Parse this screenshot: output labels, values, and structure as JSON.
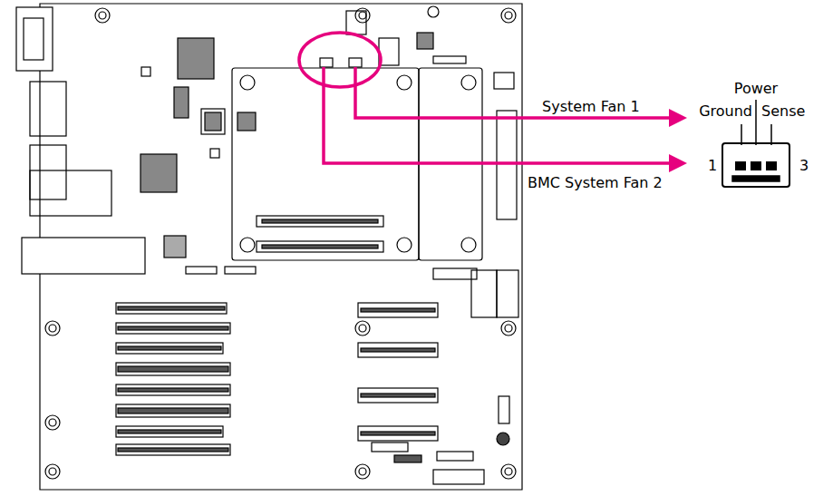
{
  "diagram": {
    "labels": [
      "System Fan 1",
      "BMC System Fan 2",
      "Power",
      "Ground",
      "Sense",
      "1",
      "3"
    ]
  }
}
